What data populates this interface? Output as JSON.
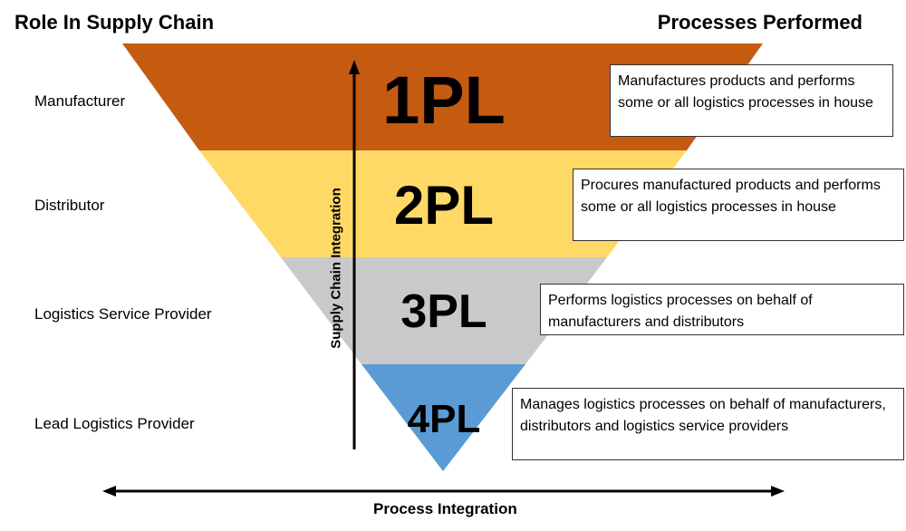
{
  "headers": {
    "left": "Role In Supply Chain",
    "right": "Processes Performed"
  },
  "roles": [
    "Manufacturer",
    "Distributor",
    "Logistics Service Provider",
    "Lead Logistics Provider"
  ],
  "tiers": [
    {
      "label": "1PL",
      "color": "#c55a11",
      "description": "Manufactures products and performs some or all logistics processes in house"
    },
    {
      "label": "2PL",
      "color": "#ffd966",
      "description": "Procures manufactured products and performs some or all logistics processes in house"
    },
    {
      "label": "3PL",
      "color": "#c9c9c9",
      "description": "Performs logistics processes on behalf of manufacturers and distributors"
    },
    {
      "label": "4PL",
      "color": "#5b9bd5",
      "description": "Manages logistics processes on behalf of manufacturers, distributors and logistics service providers"
    }
  ],
  "axes": {
    "x_label": "Process Integration",
    "y_label": "Supply Chain Integration"
  }
}
